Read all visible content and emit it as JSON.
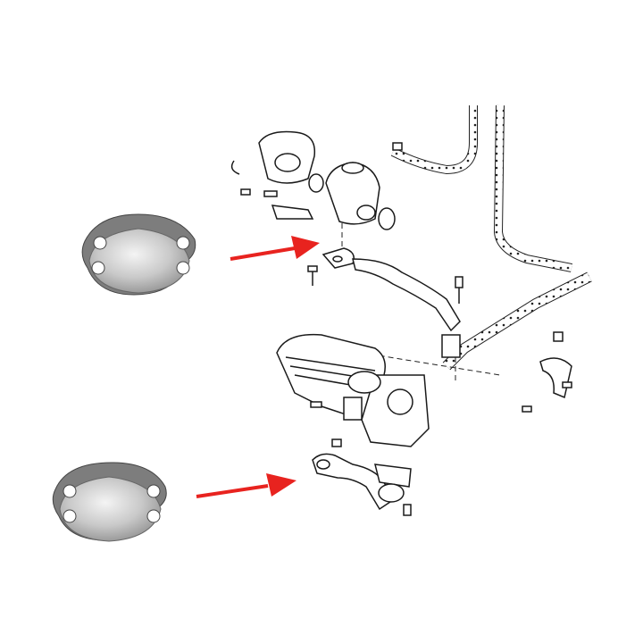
{
  "diagram": {
    "description_colors": {
      "arrow": "#e8231f",
      "line_art": "#1a1a1a",
      "plate_face": "#c8c8c8",
      "gasket": "#7d7d7d"
    },
    "parts": [
      {
        "id": "upper-blanking-plate",
        "kind": "gasket-plate"
      },
      {
        "id": "lower-blanking-plate",
        "kind": "gasket-plate"
      },
      {
        "id": "upper-egr-valve",
        "kind": "line-drawing"
      },
      {
        "id": "lower-egr-cooler",
        "kind": "line-drawing"
      }
    ],
    "arrows": [
      {
        "from": "upper-blanking-plate",
        "to": "upper-egr-valve"
      },
      {
        "from": "lower-blanking-plate",
        "to": "lower-egr-cooler"
      }
    ]
  }
}
